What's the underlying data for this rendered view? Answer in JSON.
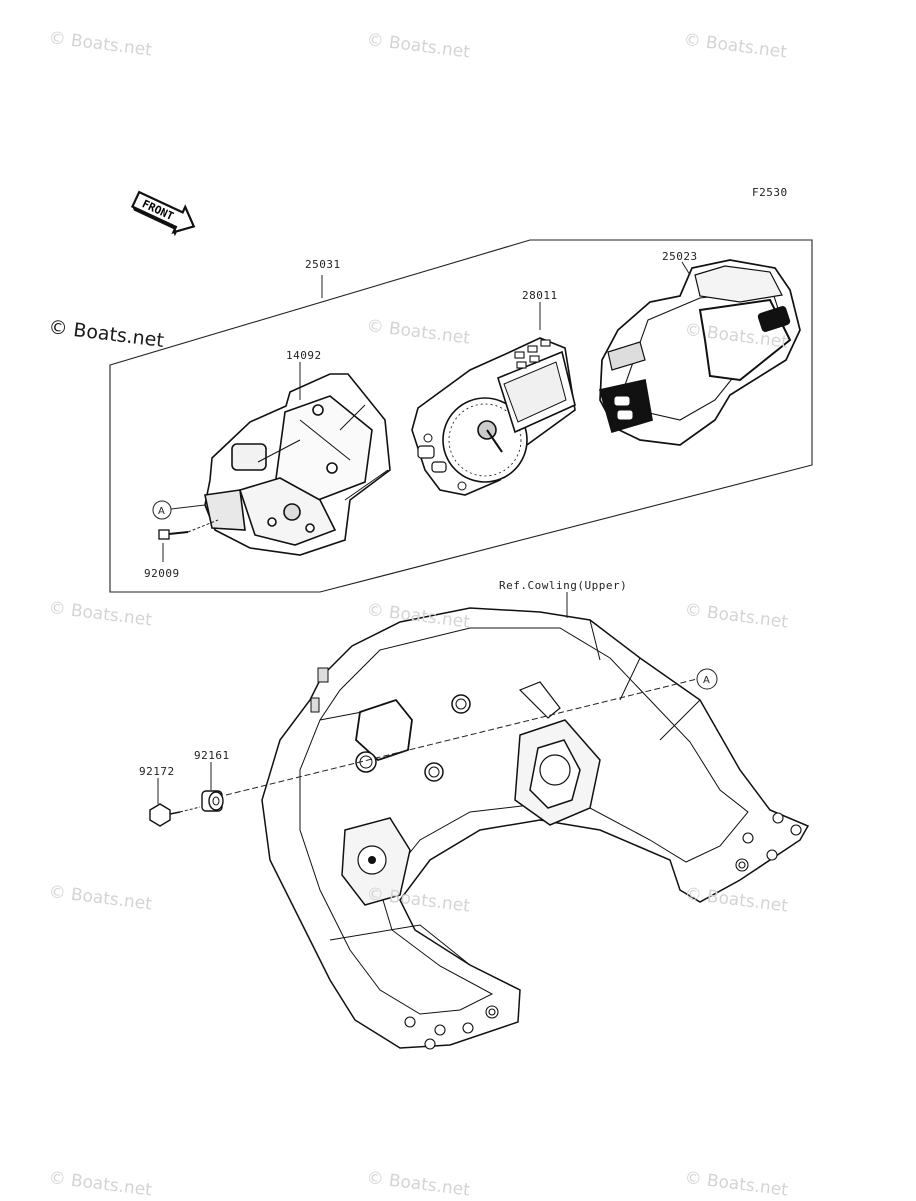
{
  "diagram": {
    "figure_code": "F2530",
    "front_label": "FRONT",
    "parts": {
      "p25031": "25031",
      "p14092": "14092",
      "p28011": "28011",
      "p25023": "25023",
      "p92009": "92009",
      "p92161": "92161",
      "p92172": "92172"
    },
    "reference": "Ref.Cowling(Upper)",
    "callout_a": "A"
  },
  "watermark": {
    "text": "© Boats.net"
  }
}
